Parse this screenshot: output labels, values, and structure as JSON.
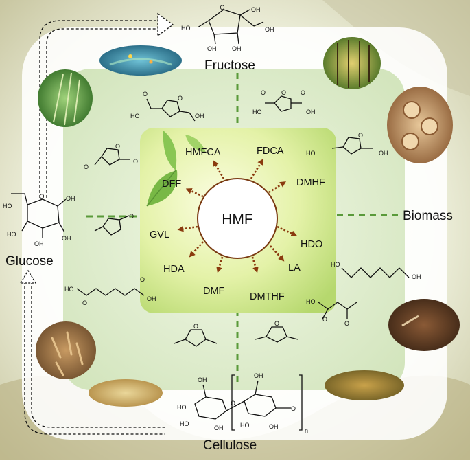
{
  "hub": {
    "label": "HMF"
  },
  "sources": {
    "fructose": "Fructose",
    "glucose": "Glucose",
    "cellulose": "Cellulose",
    "biomass": "Biomass"
  },
  "products": {
    "hmfca": "HMFCA",
    "fdca": "FDCA",
    "dmhf": "DMHF",
    "dff": "DFF",
    "gvl": "GVL",
    "hdo": "HDO",
    "hda": "HDA",
    "dmf": "DMF",
    "la": "LA",
    "dmthf": "DMTHF"
  },
  "atoms": {
    "oh": "OH",
    "ho": "HO",
    "o": "O",
    "n": "n"
  },
  "colors": {
    "arrow_brown": "#8a3a0e",
    "dash_green": "#5a9a3a",
    "hmf_border": "#7a3a12",
    "panel_green": "#dfeccc"
  }
}
